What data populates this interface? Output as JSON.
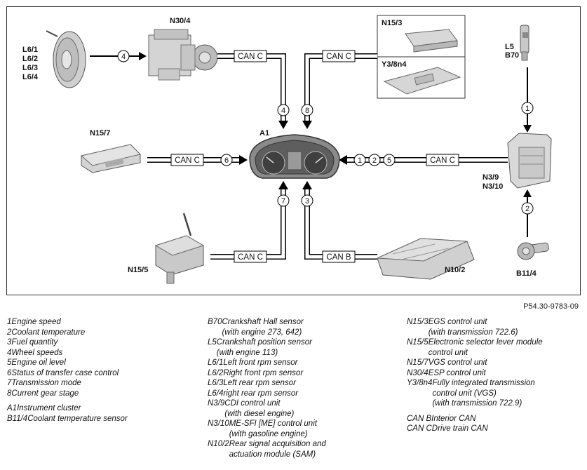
{
  "components": {
    "wheel_sensors": "L6/1\nL6/2\nL6/3\nL6/4",
    "n30_4": "N30/4",
    "n15_3": "N15/3",
    "y3_8n4": "Y3/8n4",
    "l5_b70": "L5\nB70",
    "n15_7": "N15/7",
    "a1": "A1",
    "n3_9_n3_10": "N3/9\nN3/10",
    "n15_5": "N15/5",
    "n10_2": "N10/2",
    "b11_4": "B11/4"
  },
  "bus_labels": {
    "can_c_n30": "CAN C",
    "can_c_n15_3": "CAN C",
    "can_c_n15_7": "CAN C",
    "can_c_n3": "CAN C",
    "can_c_n15_5": "CAN C",
    "can_b_n10": "CAN B"
  },
  "signal_numbers": {
    "wheel": "4",
    "n30_down": "4",
    "n15_3_down": "8",
    "n15_7": "6",
    "n3_a": "1",
    "n3_b": "2",
    "n3_c": "5",
    "n15_5_up": "7",
    "n10_up": "3",
    "l5_down": "1",
    "b11_up": "2"
  },
  "figure_ref": "P54.30-9783-09",
  "legend": {
    "col1": [
      {
        "key": "1",
        "value": "Engine speed"
      },
      {
        "key": "2",
        "value": "Coolant temperature"
      },
      {
        "key": "3",
        "value": "Fuel quantity"
      },
      {
        "key": "4",
        "value": "Wheel speeds"
      },
      {
        "key": "5",
        "value": "Engine oil level"
      },
      {
        "key": "6",
        "value": "Status of transfer case control"
      },
      {
        "key": "7",
        "value": "Transmission mode"
      },
      {
        "key": "8",
        "value": "Current gear stage"
      },
      {
        "key": "A1",
        "value": "Instrument cluster"
      },
      {
        "key": "B11/4",
        "value": "Coolant temperature sensor"
      }
    ],
    "col2": [
      {
        "key": "B70",
        "value": "Crankshaft Hall sensor\n(with engine 273, 642)"
      },
      {
        "key": "L5",
        "value": "Crankshaft position sensor\n(with engine 113)"
      },
      {
        "key": "L6/1",
        "value": "Left front rpm sensor"
      },
      {
        "key": "L6/2",
        "value": "Right front rpm sensor"
      },
      {
        "key": "L6/3",
        "value": "Left rear rpm sensor"
      },
      {
        "key": "L6/4",
        "value": "right rear rpm sensor"
      },
      {
        "key": "N3/9",
        "value": "CDI control unit\n(with diesel engine)"
      },
      {
        "key": "N3/10",
        "value": "ME-SFI [ME] control unit\n(with gasoline engine)"
      },
      {
        "key": "N10/2",
        "value": "Rear signal acquisition and\nactuation module (SAM)"
      }
    ],
    "col3": [
      {
        "key": "N15/3",
        "value": "EGS control unit\n(with transmission 722.6)"
      },
      {
        "key": "N15/5",
        "value": "Electronic selector lever module\ncontrol unit"
      },
      {
        "key": "N15/7",
        "value": "VGS control unit"
      },
      {
        "key": "N30/4",
        "value": "ESP control unit"
      },
      {
        "key": "Y3/8n4",
        "value": "Fully integrated transmission\ncontrol unit (VGS)\n(with transmission 722.9)"
      },
      {
        "key": "CAN B",
        "value": "Interior CAN"
      },
      {
        "key": "CAN C",
        "value": "Drive train CAN"
      }
    ]
  }
}
